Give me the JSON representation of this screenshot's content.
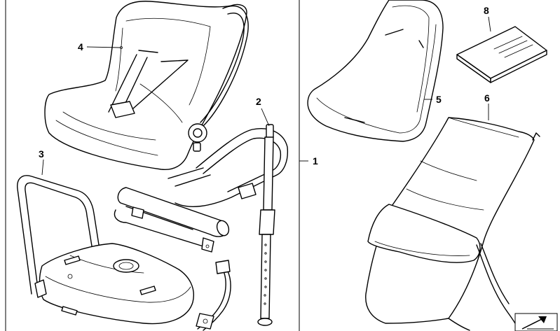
{
  "callouts": [
    {
      "id": "1",
      "label": "1"
    },
    {
      "id": "2",
      "label": "2"
    },
    {
      "id": "3",
      "label": "3"
    },
    {
      "id": "4",
      "label": "4"
    },
    {
      "id": "5",
      "label": "5"
    },
    {
      "id": "6",
      "label": "6"
    },
    {
      "id": "8",
      "label": "8"
    }
  ],
  "icons": {
    "corner_badge": "arrow-corner-icon"
  }
}
